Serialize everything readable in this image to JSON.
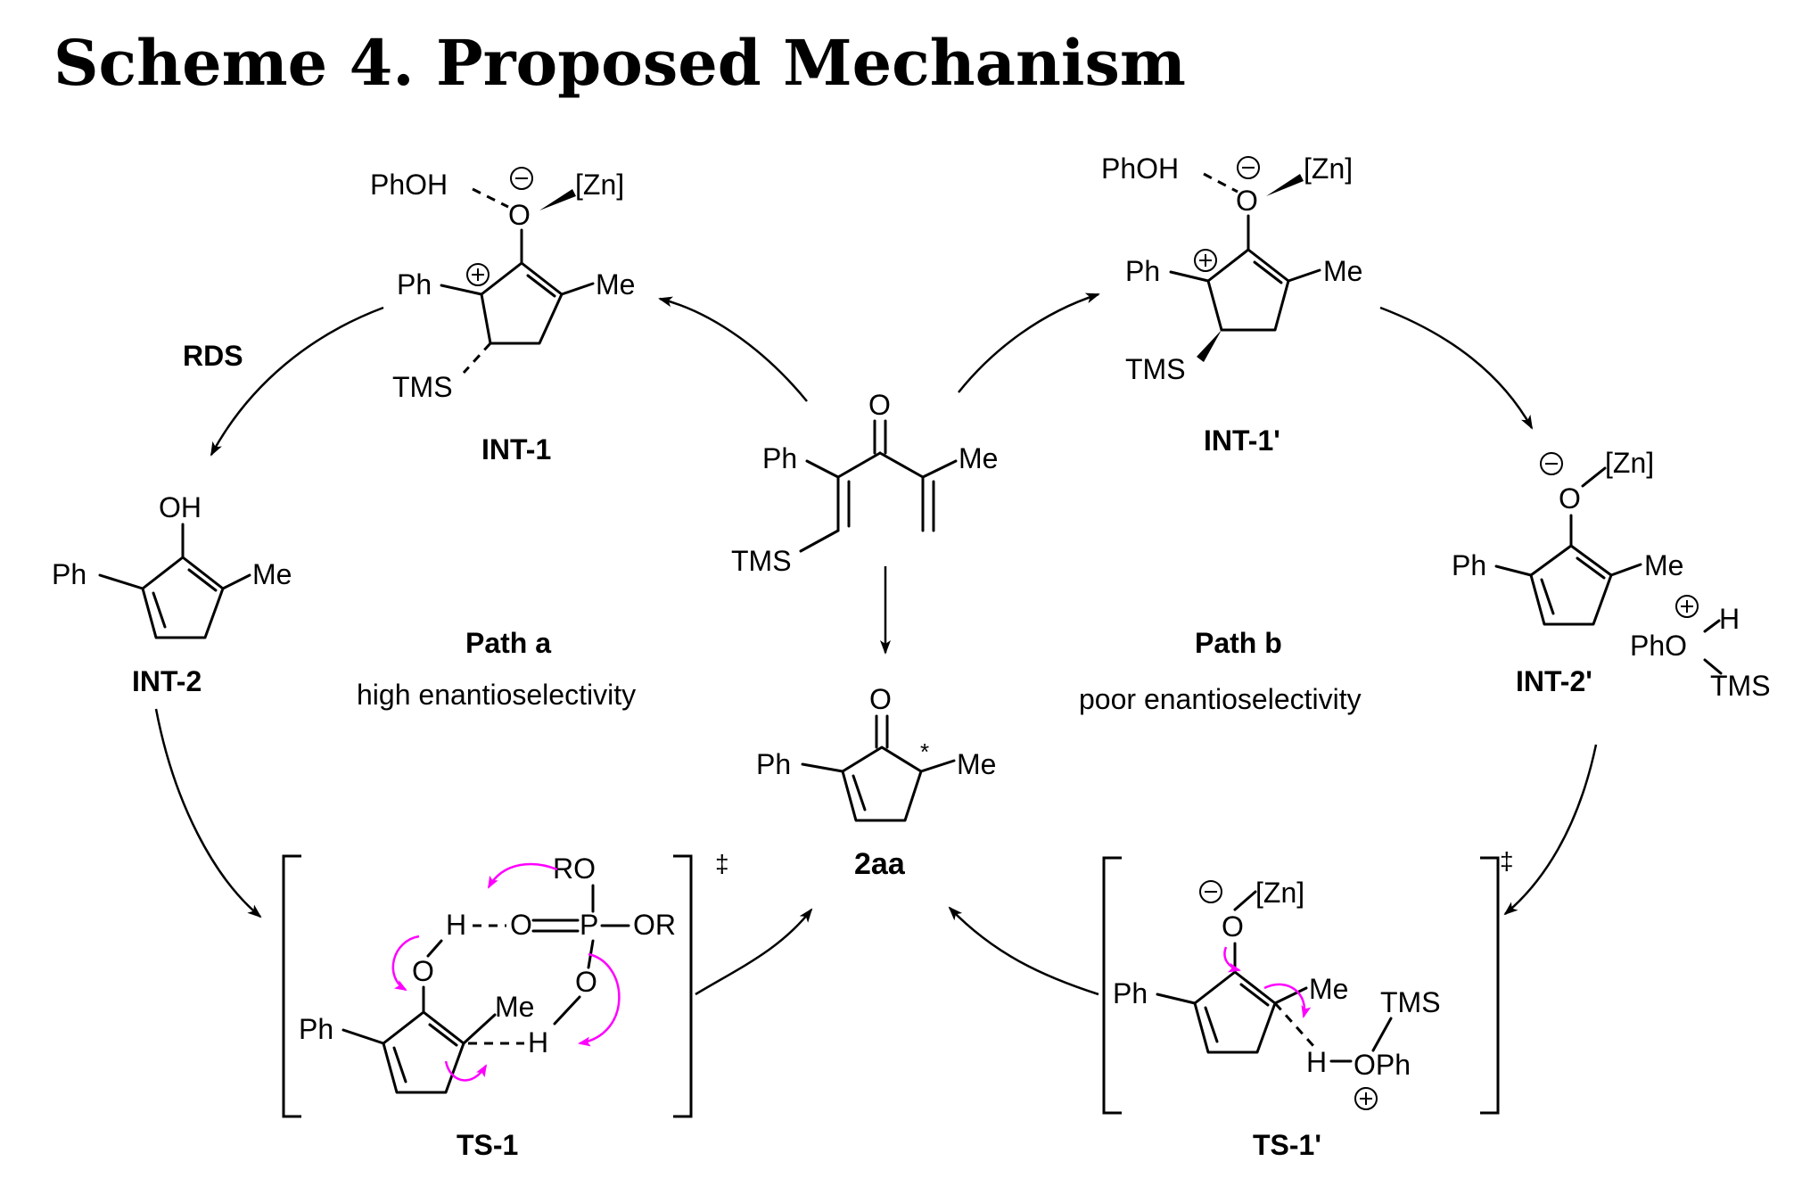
{
  "title": "Scheme 4. Proposed Mechanism",
  "labels": {
    "rds": "RDS",
    "path_a": "Path a",
    "path_a_desc": "high enantioselectivity",
    "path_b": "Path b",
    "path_b_desc": "poor enantioselectivity",
    "dagger": "‡",
    "star": "*"
  },
  "compounds": {
    "int1": {
      "name": "INT-1",
      "phoh": "PhOH",
      "o": "O",
      "zn": "[Zn]",
      "ph": "Ph",
      "me": "Me",
      "tms": "TMS"
    },
    "int1p": {
      "name": "INT-1'",
      "phoh": "PhOH",
      "o": "O",
      "zn": "[Zn]",
      "ph": "Ph",
      "me": "Me",
      "tms": "TMS"
    },
    "start": {
      "o": "O",
      "ph": "Ph",
      "me": "Me",
      "tms": "TMS"
    },
    "int2": {
      "name": "INT-2",
      "oh": "OH",
      "ph": "Ph",
      "me": "Me"
    },
    "int2p": {
      "name": "INT-2'",
      "o": "O",
      "zn": "[Zn]",
      "ph": "Ph",
      "me": "Me",
      "pho": "PhO",
      "h": "H",
      "tms": "TMS"
    },
    "product": {
      "name": "2aa",
      "o": "O",
      "ph": "Ph",
      "me": "Me"
    },
    "ts1": {
      "name": "TS-1",
      "ro1": "RO",
      "ro2": "OR",
      "o1": "O",
      "p": "P",
      "h1": "H",
      "o2": "O",
      "o3": "O",
      "h2": "H",
      "me": "Me",
      "ph": "Ph"
    },
    "ts1p": {
      "name": "TS-1'",
      "o": "O",
      "zn": "[Zn]",
      "ph": "Ph",
      "me": "Me",
      "tms": "TMS",
      "h": "H",
      "oph": "OPh"
    }
  }
}
